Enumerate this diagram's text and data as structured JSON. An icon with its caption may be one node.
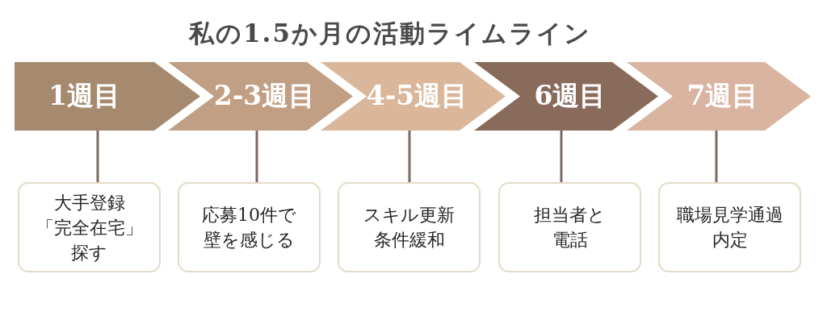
{
  "diagram": {
    "title": "私の1.5か月の活動ライムライン",
    "nodes": [
      {
        "text": [
          "1週目"
        ]
      },
      {
        "text": [
          "2-3週目"
        ]
      },
      {
        "text": [
          "4-5週目"
        ]
      },
      {
        "text": [
          "6週目"
        ]
      },
      {
        "text": [
          "7週目"
        ]
      },
      {
        "text": [
          "大手登録「完全在宅」探す"
        ]
      },
      {
        "text": [
          "応募10件で壁を感じる"
        ]
      },
      {
        "text": [
          "スキル更新条件緩和"
        ]
      },
      {
        "text": [
          "担当者と電話"
        ]
      },
      {
        "text": [
          "職場見学通過内定"
        ]
      }
    ],
    "edges": [
      {
        "from": 0,
        "to": 5,
        "arrow": "none"
      },
      {
        "from": 1,
        "to": 6,
        "arrow": "none"
      },
      {
        "from": 2,
        "to": 7,
        "arrow": "none"
      },
      {
        "from": 3,
        "to": 8,
        "arrow": "none"
      },
      {
        "from": 4,
        "to": 9,
        "arrow": "none"
      }
    ]
  }
}
